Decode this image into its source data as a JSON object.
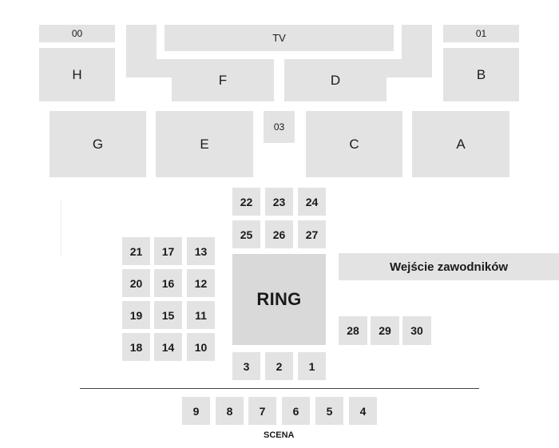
{
  "sections": {
    "h": "H",
    "f": "F",
    "d": "D",
    "b": "B",
    "g": "G",
    "e": "E",
    "c": "C",
    "a": "A"
  },
  "labels": {
    "s00": "00",
    "s01": "01",
    "s03": "03",
    "tv": "TV"
  },
  "ring": "RING",
  "entrance": "Wejście zawodników",
  "stage": "SCENA",
  "tables": {
    "t1": "1",
    "t2": "2",
    "t3": "3",
    "t4": "4",
    "t5": "5",
    "t6": "6",
    "t7": "7",
    "t8": "8",
    "t9": "9",
    "t10": "10",
    "t11": "11",
    "t12": "12",
    "t13": "13",
    "t14": "14",
    "t15": "15",
    "t16": "16",
    "t17": "17",
    "t18": "18",
    "t19": "19",
    "t20": "20",
    "t21": "21",
    "t22": "22",
    "t23": "23",
    "t24": "24",
    "t25": "25",
    "t26": "26",
    "t27": "27",
    "t28": "28",
    "t29": "29",
    "t30": "30"
  },
  "colors": {
    "block": "#e3e3e3",
    "text": "#1a1a1a",
    "line": "#444444"
  }
}
